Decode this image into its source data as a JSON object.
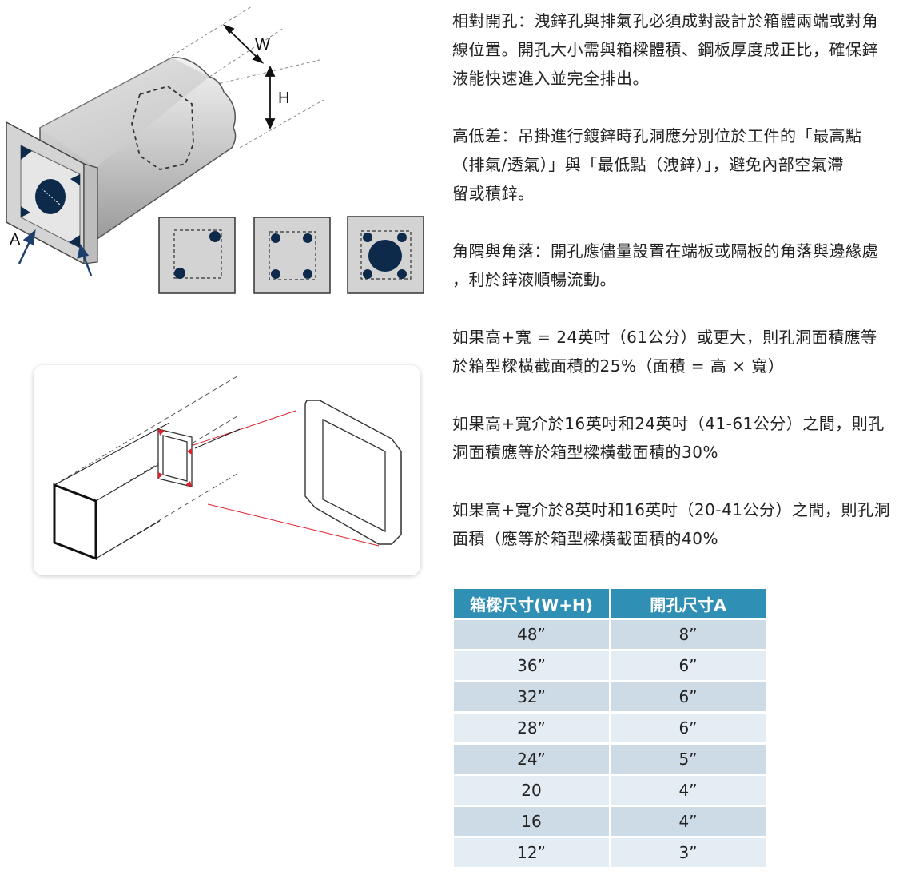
{
  "figure1": {
    "label_w": "W",
    "label_h": "H",
    "label_a": "A"
  },
  "paragraphs": [
    "相對開孔：洩鋅孔與排氣孔必須成對設計於箱體兩端或對角\n線位置。開孔大小需與箱樑體積、鋼板厚度成正比，確保鋅\n液能快速進入並完全排出。",
    "高低差：吊掛進行鍍鋅時孔洞應分別位於工件的「最高點\n（排氣/透氣）」與「最低點（洩鋅）」，避免內部空氣滯\n留或積鋅。",
    "角隅與角落：開孔應儘量設置在端板或隔板的角落與邊緣處\n，利於鋅液順暢流動。",
    "如果高+寬 = 24英吋（61公分）或更大，則孔洞面積應等\n於箱型樑橫截面積的25%（面積 = 高 × 寬）",
    "如果高+寬介於16英吋和24英吋（41-61公分）之間，則孔\n洞面積應等於箱型樑橫截面積的30%",
    "如果高+寬介於8英吋和16英吋（20-41公分）之間，則孔洞\n面積（應等於箱型樑橫截面積的40%"
  ],
  "table": {
    "headers": [
      "箱樑尺寸(W+H)",
      "開孔尺寸A"
    ],
    "rows": [
      [
        "48”",
        "8”"
      ],
      [
        "36”",
        "6”"
      ],
      [
        "32”",
        "6”"
      ],
      [
        "28”",
        "6”"
      ],
      [
        "24”",
        "5”"
      ],
      [
        "20",
        "4”"
      ],
      [
        "16",
        "4”"
      ],
      [
        "12”",
        "3”"
      ]
    ]
  },
  "colors": {
    "header_bg": "#2f8fb5",
    "row_odd": "#cddbe6",
    "row_even": "#e4edf3",
    "hole_fill": "#0d2a4a",
    "accent_red": "#e0202a"
  }
}
